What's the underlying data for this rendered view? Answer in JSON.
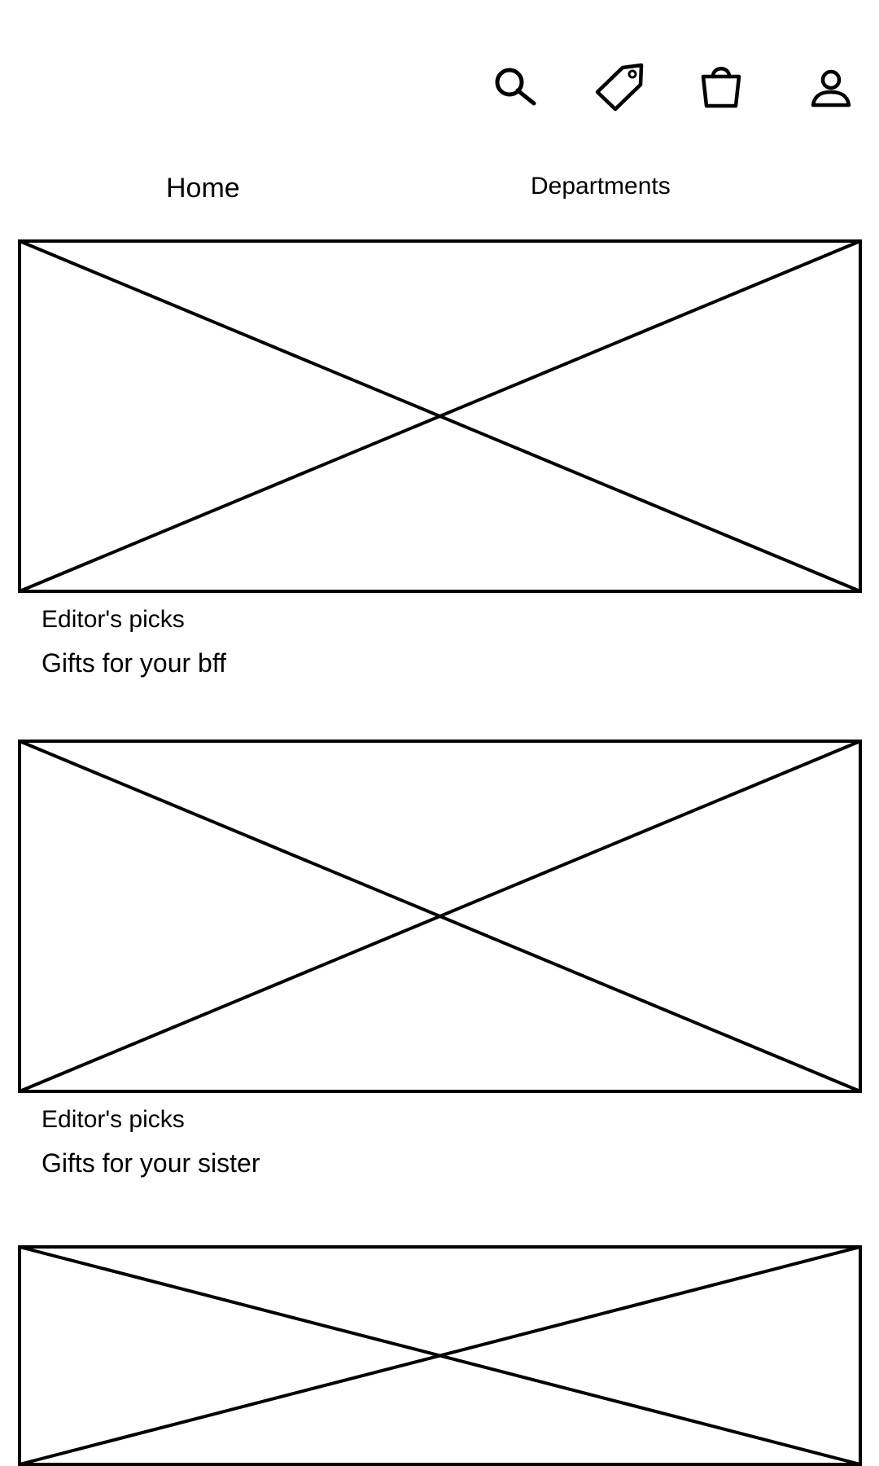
{
  "header": {
    "icons": [
      {
        "name": "search-icon"
      },
      {
        "name": "tag-icon"
      },
      {
        "name": "shopping-bag-icon"
      },
      {
        "name": "user-icon"
      }
    ]
  },
  "nav": {
    "tabs": [
      {
        "label": "Home"
      },
      {
        "label": "Departments"
      }
    ]
  },
  "features": [
    {
      "eyebrow": "Editor's picks",
      "title": "Gifts for your bff"
    },
    {
      "eyebrow": "Editor's picks",
      "title": "Gifts for your sister"
    },
    {
      "eyebrow": "",
      "title": ""
    }
  ],
  "colors": {
    "background": "#ffffff",
    "ink": "#000000"
  }
}
